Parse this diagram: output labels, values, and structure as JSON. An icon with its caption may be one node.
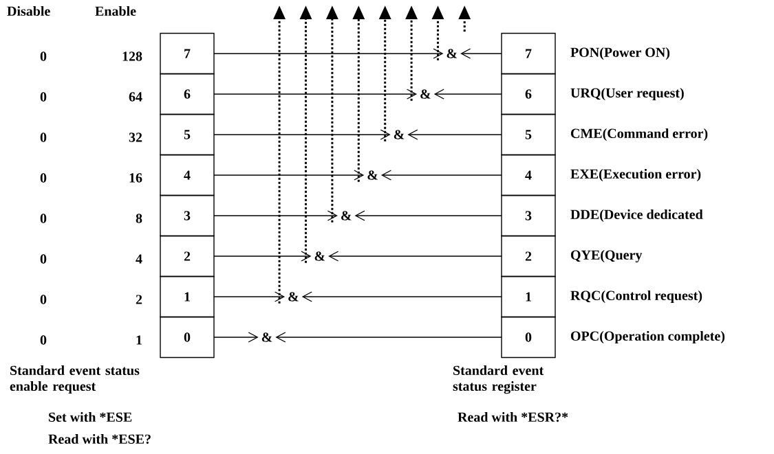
{
  "diagram": {
    "nodes": [
      {
        "text": [
          "7"
        ]
      },
      {
        "text": [
          "6"
        ]
      },
      {
        "text": [
          "5"
        ]
      },
      {
        "text": [
          "4"
        ]
      },
      {
        "text": [
          "3"
        ]
      },
      {
        "text": [
          "2"
        ]
      },
      {
        "text": [
          "1"
        ]
      },
      {
        "text": [
          "0"
        ]
      },
      {
        "text": [
          "&"
        ]
      },
      {
        "text": [
          "&"
        ]
      },
      {
        "text": [
          "&"
        ]
      },
      {
        "text": [
          "&"
        ]
      },
      {
        "text": [
          "&"
        ]
      },
      {
        "text": [
          "&"
        ]
      },
      {
        "text": [
          "&"
        ]
      },
      {
        "text": [
          "&"
        ]
      },
      {
        "text": [
          "7"
        ],
        "beside": [
          "PON(Power ON)"
        ]
      },
      {
        "text": [
          "6"
        ],
        "beside": [
          "URQ(User request)"
        ]
      },
      {
        "text": [
          "5"
        ],
        "beside": [
          "CME(Command error)"
        ]
      },
      {
        "text": [
          "4"
        ],
        "beside": [
          "EXE(Execution error)"
        ]
      },
      {
        "text": [
          "3"
        ],
        "beside": [
          "DDE(Device dedicated"
        ]
      },
      {
        "text": [
          "2"
        ],
        "beside": [
          "QYE(Query"
        ]
      },
      {
        "text": [
          "1"
        ],
        "beside": [
          "RQC(Control request)"
        ]
      },
      {
        "text": [
          "0"
        ],
        "beside": [
          "OPC(Operation complete)"
        ]
      }
    ],
    "edges": [
      {
        "from": 0,
        "to": 8,
        "arrow": "to"
      },
      {
        "from": 16,
        "to": 8,
        "arrow": "to"
      },
      {
        "from": 1,
        "to": 9,
        "arrow": "to"
      },
      {
        "from": 17,
        "to": 9,
        "arrow": "to"
      },
      {
        "from": 2,
        "to": 10,
        "arrow": "to"
      },
      {
        "from": 18,
        "to": 10,
        "arrow": "to"
      },
      {
        "from": 3,
        "to": 11,
        "arrow": "to"
      },
      {
        "from": 19,
        "to": 11,
        "arrow": "to"
      },
      {
        "from": 4,
        "to": 12,
        "arrow": "to"
      },
      {
        "from": 20,
        "to": 12,
        "arrow": "to"
      },
      {
        "from": 5,
        "to": 13,
        "arrow": "to"
      },
      {
        "from": 21,
        "to": 13,
        "arrow": "to"
      },
      {
        "from": 6,
        "to": 14,
        "arrow": "to"
      },
      {
        "from": 22,
        "to": 14,
        "arrow": "to"
      },
      {
        "from": 7,
        "to": 15,
        "arrow": "to"
      },
      {
        "from": 23,
        "to": 15,
        "arrow": "to"
      },
      {
        "from": 8,
        "to": null,
        "arrow": "to",
        "style": "dashed"
      },
      {
        "from": 9,
        "to": null,
        "arrow": "to",
        "style": "dashed"
      },
      {
        "from": 10,
        "to": null,
        "arrow": "to",
        "style": "dashed"
      },
      {
        "from": 11,
        "to": null,
        "arrow": "to",
        "style": "dashed"
      },
      {
        "from": 12,
        "to": null,
        "arrow": "to",
        "style": "dashed"
      },
      {
        "from": 13,
        "to": null,
        "arrow": "to",
        "style": "dashed"
      },
      {
        "from": 14,
        "to": null,
        "arrow": "to",
        "style": "dashed"
      }
    ],
    "labels": [
      "Disable",
      "Enable",
      "0",
      "128",
      "0",
      "64",
      "0",
      "32",
      "0",
      "16",
      "0",
      "8",
      "0",
      "4",
      "0",
      "2",
      "0",
      "1",
      "Standard event status enable request",
      "Set with *ESE",
      "Read with *ESE?",
      "Standard event status register",
      "Read with *ESR?*"
    ]
  }
}
